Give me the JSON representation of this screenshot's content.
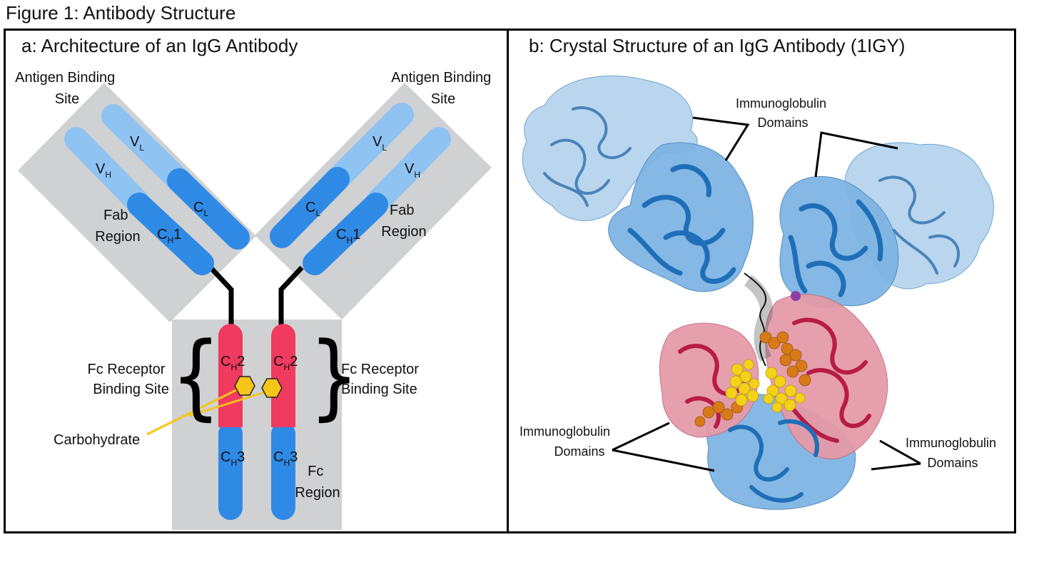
{
  "figure": {
    "title": "Figure 1:  Antibody Structure"
  },
  "panel_a": {
    "title": "a:  Architecture of an IgG Antibody",
    "antigen_binding_left": [
      "Antigen Binding",
      "Site"
    ],
    "antigen_binding_right": [
      "Antigen Binding",
      "Site"
    ],
    "fab_left": [
      "Fab",
      "Region"
    ],
    "fab_right": [
      "Fab",
      "Region"
    ],
    "fc_receptor_left": [
      "Fc Receptor",
      "Binding Site"
    ],
    "fc_receptor_right": [
      "Fc Receptor",
      "Binding Site"
    ],
    "carbohydrate": "Carbohydrate",
    "fc_region": [
      "Fc",
      "Region"
    ],
    "domains": {
      "vl_main": "V",
      "vl_sub": "L",
      "vh_main": "V",
      "vh_sub": "H",
      "cl_main": "C",
      "cl_sub": "L",
      "ch1_main": "C",
      "ch1_sub": "H",
      "ch1_suffix": "1",
      "ch2_main": "C",
      "ch2_sub": "H",
      "ch2_suffix": "2",
      "ch3_main": "C",
      "ch3_sub": "H",
      "ch3_suffix": "3"
    },
    "colors": {
      "region_box": "#d0d1d3",
      "light_chain_variable": "#8ec3f2",
      "heavy_domain": "#2f8ae6",
      "fc_ch2": "#f03a5f",
      "fc_ch3": "#2f8ae6",
      "hinge": "#000000",
      "carbohydrate": "#f6c518"
    }
  },
  "panel_b": {
    "title": "b:  Crystal Structure of an IgG Antibody (1IGY)",
    "immuno_top": [
      "Immunoglobulin",
      "Domains"
    ],
    "immuno_bottom_left": [
      "Immunoglobulin",
      "Domains"
    ],
    "immuno_bottom_right": [
      "Immunoglobulin",
      "Domains"
    ],
    "colors": {
      "fab_surface_light": "#b6d4ee",
      "fab_surface": "#7fb5e3",
      "fab_ribbon": "#1f6fb8",
      "fc_surface": "#e59aa9",
      "fc_ribbon": "#b71c47",
      "carbohydrate_yellow": "#f4d21a",
      "carbohydrate_orange": "#d87a18"
    }
  }
}
